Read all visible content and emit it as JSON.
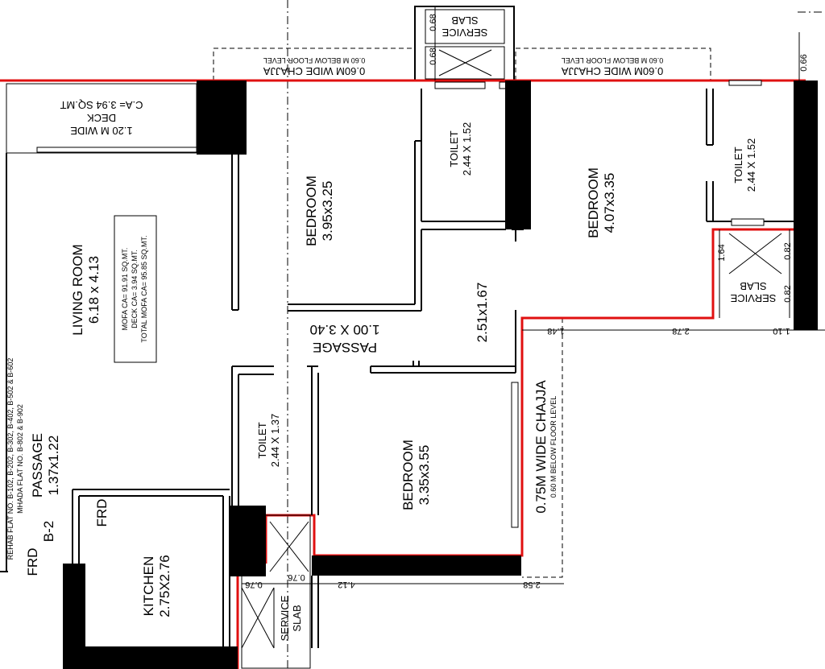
{
  "rooms": {
    "deck": {
      "name": "1.20 M WIDE",
      "line2": "DECK",
      "area": "C.A= 3.94 SQ.MT"
    },
    "living": {
      "name": "LIVING ROOM",
      "size": "6.18 x 4.13"
    },
    "area_note": {
      "line1": "MOFA CA= 91.91 SQ.MT.",
      "line2": "DECK CA= 3.94 SQ.MT.",
      "line3": "TOTAL MOFA CA= 95.85 SQ.MT."
    },
    "bedroom1": {
      "name": "BEDROOM",
      "size": "3.95x3.25"
    },
    "toilet1": {
      "name": "TOILET",
      "size": "2.44 X 1.52"
    },
    "bedroom2": {
      "name": "BEDROOM",
      "size": "4.07x3.35"
    },
    "toilet2": {
      "name": "TOILET",
      "size": "2.44 X 1.52"
    },
    "service_slab_top": {
      "line1": "SERVICE",
      "line2": "SLAB"
    },
    "service_slab_right": {
      "line1": "SERVICE",
      "line2": "SLAB"
    },
    "service_slab_bottom": {
      "line1": "SERVICE",
      "line2": "SLAB"
    },
    "passage_main": {
      "name": "PASSAGE",
      "size": "1.00 X 3.40"
    },
    "lobby_dim": "2.51x1.67",
    "toilet3": {
      "name": "TOILET",
      "size": "2.44 X 1.37"
    },
    "bedroom3": {
      "name": "BEDROOM",
      "size": "3.35x3.55"
    },
    "passage_small": {
      "name": "PASSAGE",
      "size": "1.37x1.22"
    },
    "kitchen": {
      "name": "KITCHEN",
      "size": "2.75X2.76"
    },
    "frd1": "FRD",
    "frd2": "FRD",
    "b2": "B-2"
  },
  "chajja": {
    "top_left": {
      "line1": "0.60M WIDE CHAJJA",
      "line2": "0.60 M BELOW FLOOR LEVEL"
    },
    "top_right": {
      "line1": "0.60M WIDE CHAJJA",
      "line2": "0.60 M BELOW FLOOR LEVEL"
    },
    "right": {
      "line1": "0.75M WIDE CHAJJA",
      "line2": "0.60 M BELOW FLOOR LEVEL"
    }
  },
  "flat_numbers": {
    "line1": "REHAB FLAT NO. B-102, B-202, B-302, B-402, B-502 & B-602",
    "line2": "MHADA FLAT NO. B-802 & B-902"
  },
  "dimensions": {
    "d068a": "0.68",
    "d068b": "0.68",
    "d066": "0.66",
    "d164": "1.64",
    "d082a": "0.82",
    "d082b": "0.82",
    "d148": "1.48",
    "d278": "2.78",
    "d110": "1.10",
    "d258": "2.58",
    "d412": "4.12",
    "d076a": "0.76",
    "d076b": "0.76"
  },
  "colors": {
    "outline": "#e01010",
    "walls": "#000000"
  }
}
